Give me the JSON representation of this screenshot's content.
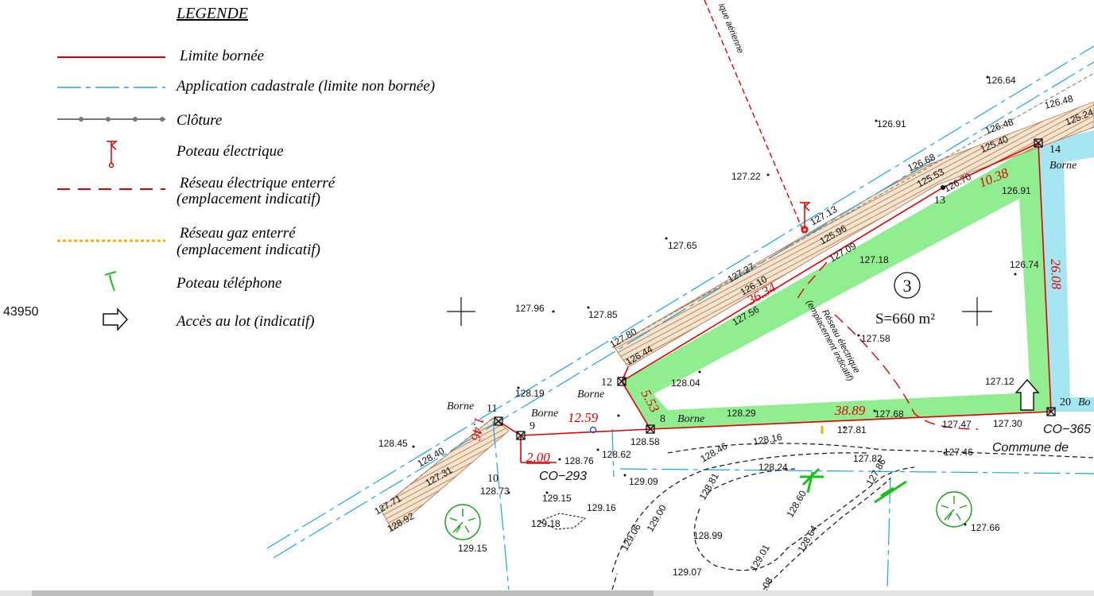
{
  "legend": {
    "title": "LEGENDE",
    "items": [
      {
        "label": "Limite bornée"
      },
      {
        "label": "Application cadastrale (limite non bornée)"
      },
      {
        "label": "Clôture"
      },
      {
        "label": "Poteau électrique"
      },
      {
        "label": "Réseau électrique enterré",
        "label2": "(emplacement indicatif)"
      },
      {
        "label": "Réseau gaz enterré",
        "label2": "(emplacement indicatif)"
      },
      {
        "label": "Poteau téléphone"
      },
      {
        "label": "Accès au lot (indicatif)"
      }
    ]
  },
  "grid_label": "43950",
  "lot": {
    "number": "3",
    "area": "S=660 m²"
  },
  "overhead_line_label": "ique aérienne",
  "underground_label_1": "Réseau électrique",
  "underground_label_2": "(emplacement indicatif)",
  "commune_label": "Commune de",
  "parcels": {
    "co293": "CO−293",
    "co365": "CO−365"
  },
  "dimensions": {
    "d1": "36.34",
    "d2": "10.38",
    "d3": "26.08",
    "d4": "38.89",
    "d5": "5.53",
    "d6": "12.59",
    "d7": "2.00",
    "d8": "1.46"
  },
  "points": {
    "p8": "8",
    "p9": "9",
    "p10": "10",
    "p11": "11",
    "p12": "12",
    "p13": "13",
    "p14": "14",
    "p20": "20"
  },
  "borne_labels": {
    "b11": "Borne",
    "b9": "Borne",
    "b12": "Borne",
    "b8": "Borne",
    "b14": "Borne",
    "b20": "Bo"
  },
  "elevations": {
    "e1": "126.64",
    "e2": "126.48",
    "e3": "126.48",
    "e4": "125.24",
    "e5": "126.91",
    "e6": "126.68",
    "e7": "125.40",
    "e8": "125.53",
    "e9": "126.70",
    "e10": "126.91",
    "e11": "127.22",
    "e12": "127.13",
    "e13": "125.96",
    "e14": "127.09",
    "e15": "127.18",
    "e16": "127.65",
    "e17": "127.27",
    "e18": "126.10",
    "e19": "127.56",
    "e20": "126.74",
    "e21": "127.96",
    "e22": "127.85",
    "e23": "127.80",
    "e24": "126.44",
    "e25": "127.58",
    "e26": "128.04",
    "e27": "127.12",
    "e28": "128.19",
    "e29": "128.29",
    "e30": "127.68",
    "e31": "127.47",
    "e32": "127.30",
    "e33": "128.58",
    "e34": "127.81",
    "e35": "128.16",
    "e36": "128.62",
    "e37": "128.45",
    "e38": "128.40",
    "e39": "127.31",
    "e40": "128.76",
    "e41": "128.46",
    "e42": "128.24",
    "e43": "127.82",
    "e44": "127.46",
    "e45": "129.09",
    "e46": "127.86",
    "e47": "128.73",
    "e48": "129.15",
    "e49": "128.81",
    "e50": "127.71",
    "e51": "128.92",
    "e52": "129.16",
    "e53": "129.18",
    "e54": "129.00",
    "e55": "128.60",
    "e56": "128.99",
    "e57": "129.06",
    "e58": "128.64",
    "e59": "129.01",
    "e60": "127.66",
    "e61": "129.15",
    "e62": "129.07",
    "e63": ".08"
  },
  "colors": {
    "boundary": "#e00000",
    "cadastral": "#1aa6e0",
    "fence": "#777777",
    "lot_fill": "#90ee90",
    "water": "#a6e6f2",
    "gas": "#f0b400",
    "telephone": "#19c219"
  }
}
